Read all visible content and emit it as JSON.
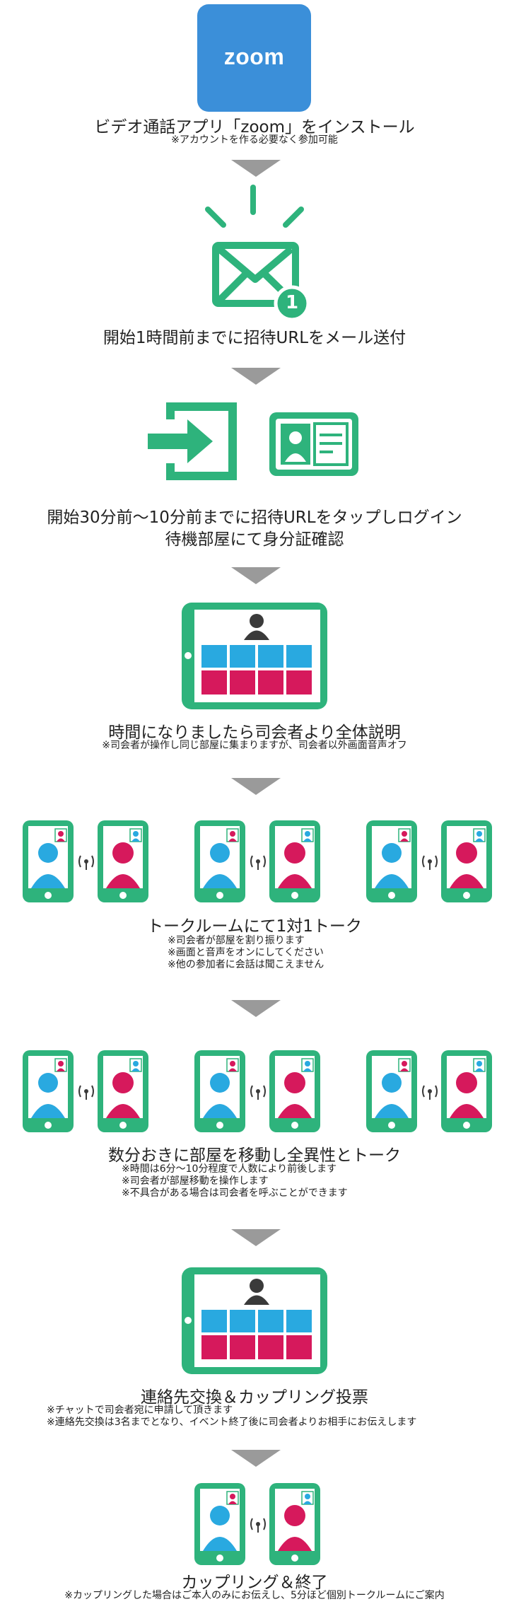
{
  "step1": {
    "logo_text": "zoom",
    "title": "ビデオ通話アプリ「zoom」をインストール",
    "note": "※アカウントを作る必要なく参加可能"
  },
  "step2": {
    "badge": "1",
    "title": "開始1時間前までに招待URLをメール送付"
  },
  "step3": {
    "title_line1": "開始30分前〜10分前までに招待URLをタップしログイン",
    "title_line2": "待機部屋にて身分証確認"
  },
  "step4": {
    "title": "時間になりましたら司会者より全体説明",
    "note": "※司会者が操作し同じ部屋に集まりますが、司会者以外画面音声オフ"
  },
  "step5": {
    "title": "トークルームにて1対1トーク",
    "notes": [
      "※司会者が部屋を割り振ります",
      "※画面と音声をオンにしてください",
      "※他の参加者に会話は聞こえません"
    ]
  },
  "step6": {
    "title": "数分おきに部屋を移動し全異性とトーク",
    "notes": [
      "※時間は6分〜10分程度で人数により前後します",
      "※司会者が部屋移動を操作します",
      "※不具合がある場合は司会者を呼ぶことができます"
    ]
  },
  "step7": {
    "title": "連絡先交換＆カップリング投票",
    "notes": [
      "※チャットで司会者宛に申請して頂きます",
      "※連絡先交換は3名までとなり、イベント終了後に司会者よりお相手にお伝えします"
    ]
  },
  "step8": {
    "title": "カップリング＆終了",
    "note": "※カップリングした場合はご本人のみにお伝えし、5分ほど個別トークルームにご案内"
  },
  "colors": {
    "green": "#2eb37c",
    "blue": "#29a9e0",
    "pink": "#d6195c",
    "zoom_blue": "#3b8fd9",
    "arrow_gray": "#9a9a9a",
    "dark_person": "#3a3a3a"
  }
}
